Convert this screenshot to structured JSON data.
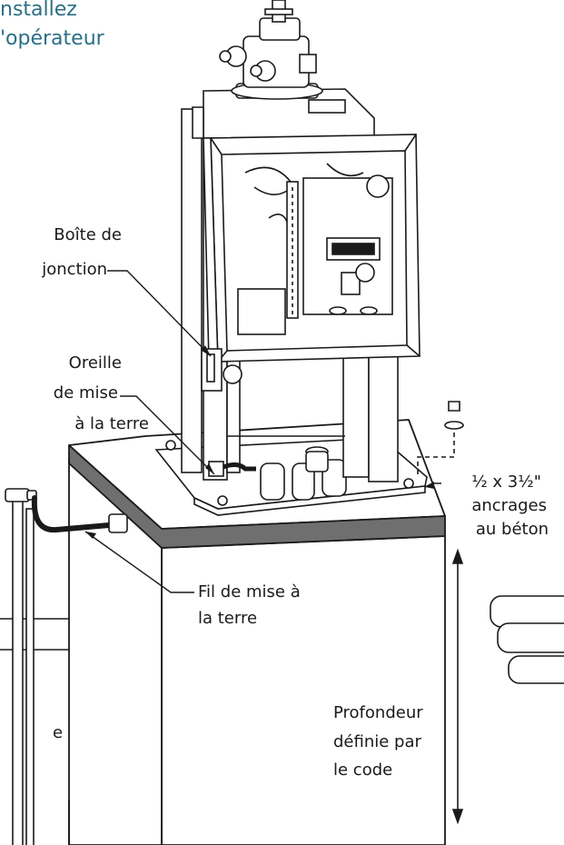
{
  "title": {
    "line1": "nstallez",
    "line2": "'opérateur"
  },
  "labels": {
    "junction_box": [
      "Boîte de",
      "jonction"
    ],
    "ground_lug": [
      "Oreille",
      "de mise",
      "à la terre"
    ],
    "anchors": [
      "½ x 3½\"",
      "ancrages",
      "au béton"
    ],
    "ground_wire": [
      "Fil de mise à",
      "la terre"
    ],
    "depth": [
      "Profondeur",
      "définie par",
      "le code"
    ],
    "edge_fragment": "e"
  },
  "colors": {
    "title": "#2b6f85",
    "line": "#1a1a1a",
    "slab_band": "#6f6f6f",
    "slab_top": "#ffffff"
  }
}
